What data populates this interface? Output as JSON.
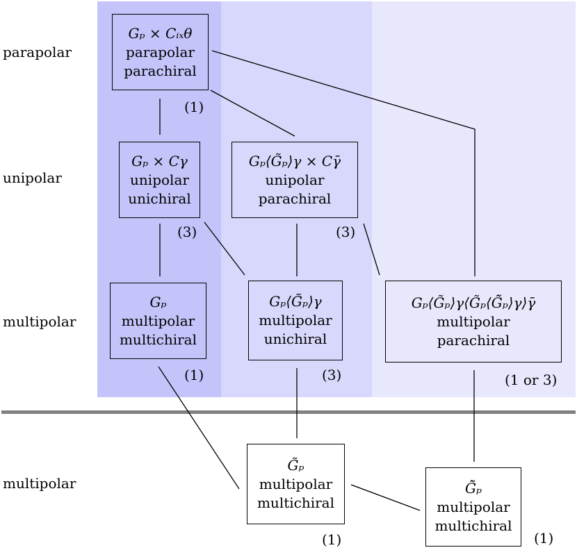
{
  "row_labels": {
    "parapolar": "parapolar",
    "unipolar": "unipolar",
    "multipolar_upper": "multipolar",
    "multipolar_lower": "multipolar"
  },
  "boxes": {
    "gp_x_cixtheta": {
      "formula": "Gₚ × Cᵢₓθ",
      "line1": "parapolar",
      "line2": "parachiral",
      "count": "(1)"
    },
    "gp_x_cgamma": {
      "formula": "Gₚ × Cγ",
      "line1": "unipolar",
      "line2": "unichiral",
      "count": "(3)"
    },
    "gp_gpt_x_cgammabar": {
      "formula": "Gₚ⟨G̃ₚ⟩γ × Cγ̄",
      "line1": "unipolar",
      "line2": "parachiral",
      "count": "(3)"
    },
    "gp": {
      "formula": "Gₚ",
      "line1": "multipolar",
      "line2": "multichiral",
      "count": "(1)"
    },
    "gp_gpt_gamma": {
      "formula": "Gₚ⟨G̃ₚ⟩γ",
      "line1": "multipolar",
      "line2": "unichiral",
      "count": "(3)"
    },
    "gp_gpt_gamma_nested": {
      "formula": "Gₚ⟨G̃ₚ⟩γ⟨G̃ₚ⟨G̃̃ₚ⟩γ⟩γ̄",
      "line1": "multipolar",
      "line2": "parachiral",
      "count": "(1 or 3)"
    },
    "gpt": {
      "formula": "G̃ₚ",
      "line1": "multipolar",
      "line2": "multichiral",
      "count": "(1)"
    },
    "gptt": {
      "formula": "G̃̃ₚ",
      "line1": "multipolar",
      "line2": "multichiral",
      "count": "(1)"
    }
  }
}
